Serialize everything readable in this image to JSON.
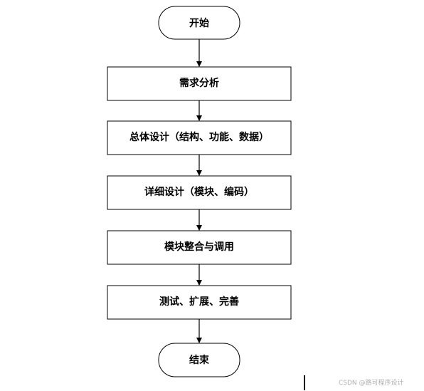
{
  "flowchart": {
    "start": "开始",
    "steps": [
      "需求分析",
      "总体设计（结构、功能、数据）",
      "详细设计（模块、编码）",
      "模块整合与调用",
      "测试、扩展、完善"
    ],
    "end": "结束"
  },
  "watermark": "CSDN @路可程序设计"
}
